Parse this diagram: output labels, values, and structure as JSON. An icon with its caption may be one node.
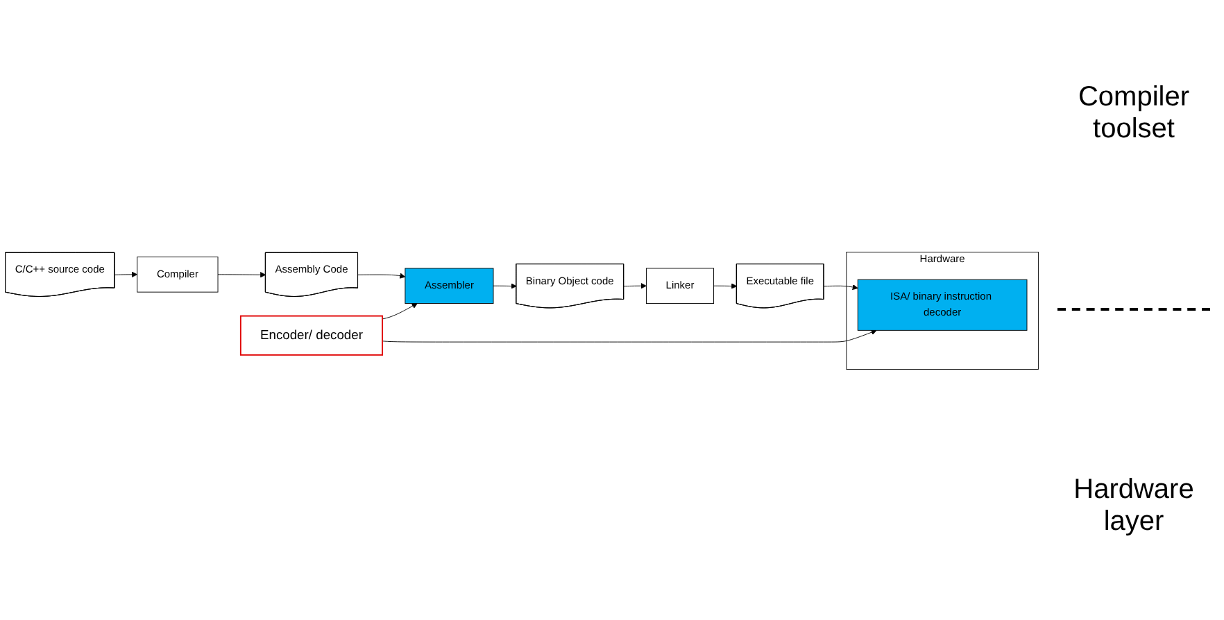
{
  "diagram": {
    "nodes": [
      {
        "text": [
          "C/C++ source code"
        ]
      },
      {
        "text": [
          "Compiler"
        ]
      },
      {
        "text": [
          "Assembly Code"
        ]
      },
      {
        "text": [
          "Encoder/ decoder"
        ]
      },
      {
        "text": [
          "Assembler"
        ]
      },
      {
        "text": [
          "Binary Object code"
        ]
      },
      {
        "text": [
          "Linker"
        ]
      },
      {
        "text": [
          "Executable file"
        ]
      },
      {
        "text": [
          "Hardware"
        ]
      },
      {
        "text": [
          "ISA/ binary instruction decoder"
        ],
        "in": 8
      }
    ],
    "edges": [
      {
        "from": 0,
        "to": 1,
        "arrow": "to"
      },
      {
        "from": 1,
        "to": 2,
        "arrow": "to"
      },
      {
        "from": 2,
        "to": 4,
        "arrow": "to"
      },
      {
        "from": 4,
        "to": 5,
        "arrow": "to"
      },
      {
        "from": 5,
        "to": 6,
        "arrow": "to"
      },
      {
        "from": 6,
        "to": 7,
        "arrow": "to"
      },
      {
        "from": 7,
        "to": 9,
        "arrow": "to"
      },
      {
        "from": 3,
        "to": 4,
        "arrow": "to"
      },
      {
        "from": 3,
        "to": 9,
        "arrow": "to"
      }
    ],
    "labels": [
      "Compiler toolset",
      "Hardware layer"
    ]
  }
}
